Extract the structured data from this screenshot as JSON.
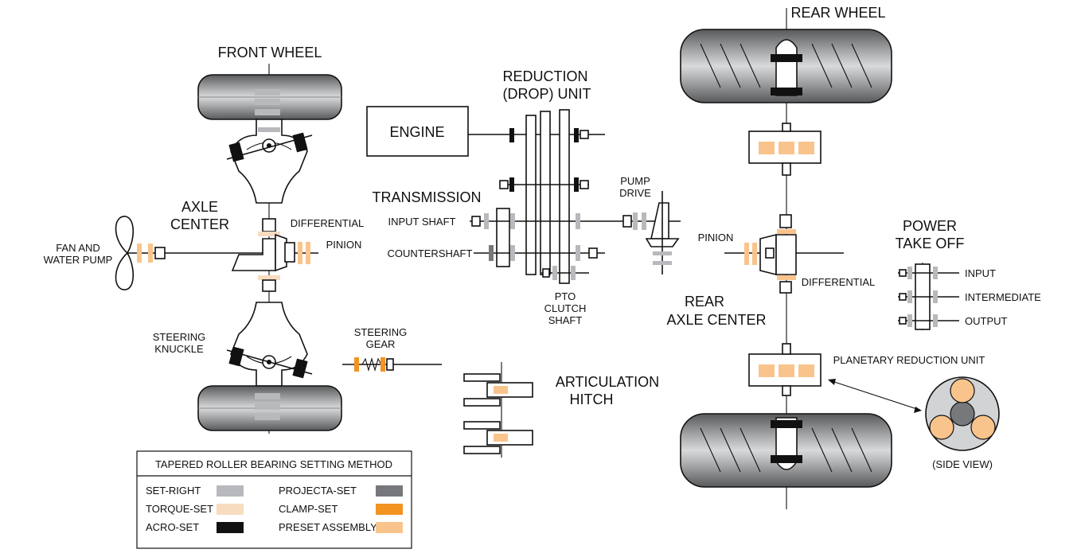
{
  "labels": {
    "front_wheel": "FRONT WHEEL",
    "rear_wheel": "REAR WHEEL",
    "engine": "ENGINE",
    "reduction_1": "REDUCTION",
    "reduction_2": "(DROP) UNIT",
    "transmission": "TRANSMISSION",
    "input_shaft": "INPUT SHAFT",
    "countershaft": "COUNTERSHAFT",
    "pump_drive_1": "PUMP",
    "pump_drive_2": "DRIVE",
    "pto_1": "PTO",
    "pto_2": "CLUTCH",
    "pto_3": "SHAFT",
    "axle_center_1": "AXLE",
    "axle_center_2": "CENTER",
    "differential_front": "DIFFERENTIAL",
    "pinion_front": "PINION",
    "fan_1": "FAN AND",
    "fan_2": "WATER PUMP",
    "steering_knuckle_1": "STEERING",
    "steering_knuckle_2": "KNUCKLE",
    "steering_gear_1": "STEERING",
    "steering_gear_2": "GEAR",
    "articulation_1": "ARTICULATION",
    "articulation_2": "HITCH",
    "pinion_rear": "PINION",
    "differential_rear": "DIFFERENTIAL",
    "rear_axle_1": "REAR",
    "rear_axle_2": "AXLE CENTER",
    "pto_title_1": "POWER",
    "pto_title_2": "TAKE OFF",
    "pto_input": "INPUT",
    "pto_intermediate": "INTERMEDIATE",
    "pto_output": "OUTPUT",
    "planetary": "PLANETARY REDUCTION UNIT",
    "side_view": "(SIDE VIEW)"
  },
  "legend": {
    "title": "TAPERED ROLLER BEARING SETTING METHOD",
    "items": [
      {
        "label": "SET-RIGHT",
        "color": "#b8b9bc"
      },
      {
        "label": "TORQUE-SET",
        "color": "#f7dcc0"
      },
      {
        "label": "ACRO-SET",
        "color": "#111111"
      },
      {
        "label": "PROJECTA-SET",
        "color": "#77787b"
      },
      {
        "label": "CLAMP-SET",
        "color": "#f29322"
      },
      {
        "label": "PRESET ASSEMBLY",
        "color": "#f9c48c"
      }
    ]
  },
  "colors": {
    "set_right": "#b8b9bc",
    "torque_set": "#f7dcc0",
    "acro_set": "#111111",
    "projecta_set": "#77787b",
    "clamp_set": "#f29322",
    "preset_assembly": "#f9c48c",
    "tire_dark": "#6b6c6e",
    "tire_light": "#c9cacc"
  }
}
